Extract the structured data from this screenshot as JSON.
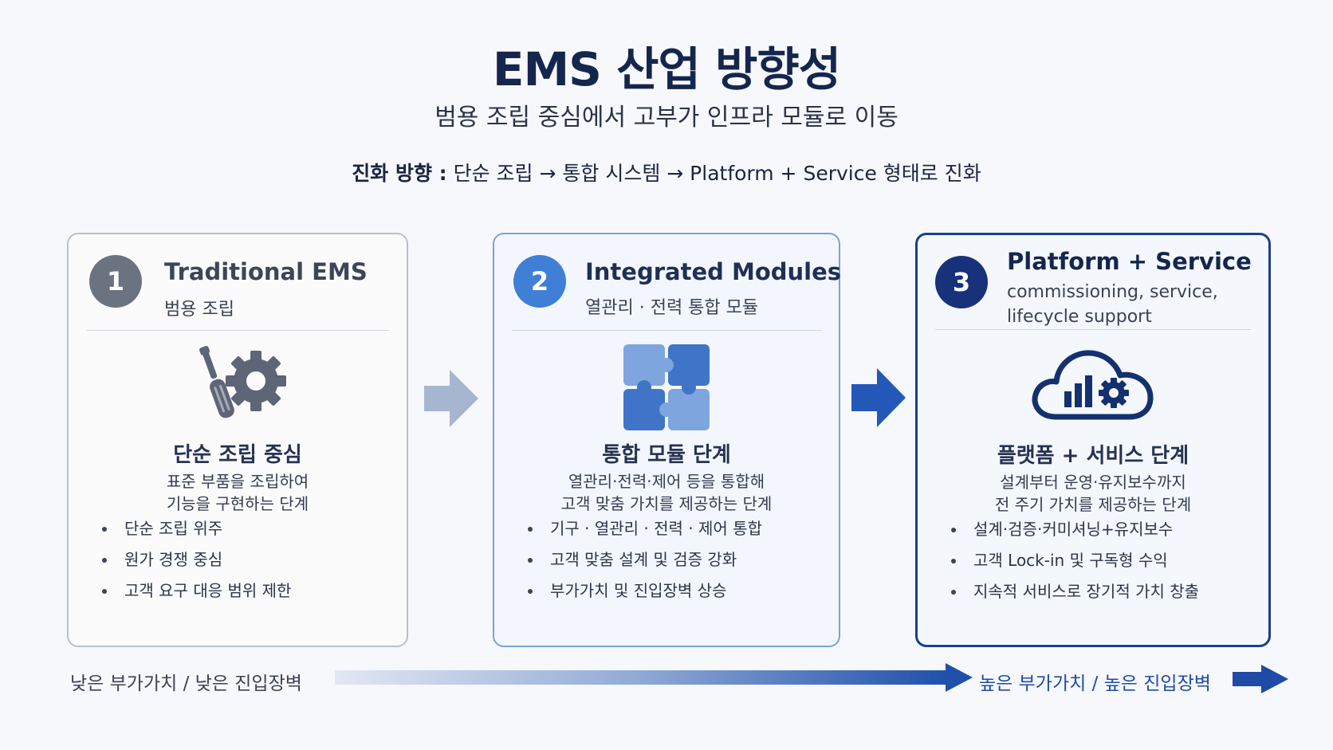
{
  "header": {
    "title": "EMS 산업 방향성",
    "subtitle": "범용 조립 중심에서 고부가 인프라 모듈로 이동",
    "evolution_label": "진화 방향 :",
    "evolution_text": " 단순 조립 → 통합 시스템 → Platform + Service 형태로 진화"
  },
  "cards": [
    {
      "number": "1",
      "title": "Traditional EMS",
      "subtitle": "범용 조립",
      "icon": "tools-gear-icon",
      "stage_title": "단순 조립 중심",
      "desc_line1": "표준 부품을 조립하여",
      "desc_line2": "기능을 구현하는 단계",
      "bullets": [
        "단순 조립 위주",
        "원가 경쟁 중심",
        "고객 요구 대응 범위 제한"
      ]
    },
    {
      "number": "2",
      "title": "Integrated Modules",
      "subtitle": "열관리 · 전력 통합 모듈",
      "icon": "puzzle-icon",
      "stage_title": "통합 모듈 단계",
      "desc_line1": "열관리·전력·제어 등을 통합해",
      "desc_line2": "고객 맞춤 가치를 제공하는 단계",
      "bullets": [
        "기구 · 열관리 · 전력 · 제어 통합",
        "고객 맞춤 설계 및 검증 강화",
        "부가가치 및 진입장벽 상승"
      ]
    },
    {
      "number": "3",
      "title": "Platform + Service",
      "subtitle": "commissioning, service, lifecycle support",
      "icon": "cloud-analytics-icon",
      "stage_title": "플랫폼 + 서비스 단계",
      "desc_line1": "설계부터 운영·유지보수까지",
      "desc_line2": "전 주기 가치를 제공하는 단계",
      "bullets": [
        "설계·검증·커미셔닝+유지보수",
        "고객 Lock-in 및 구독형 수익",
        "지속적 서비스로 장기적 가치 창출"
      ]
    }
  ],
  "footer": {
    "low_label": "낮은 부가가치 / 낮은 진입장벽",
    "high_label": "높은 부가가치 / 높은 진입장벽"
  },
  "colors": {
    "navy": "#14264d",
    "gray_step": "#6b7280",
    "blue_step": "#3f7fd6",
    "dark_step": "#17327a",
    "accent": "#1f4aa6"
  }
}
